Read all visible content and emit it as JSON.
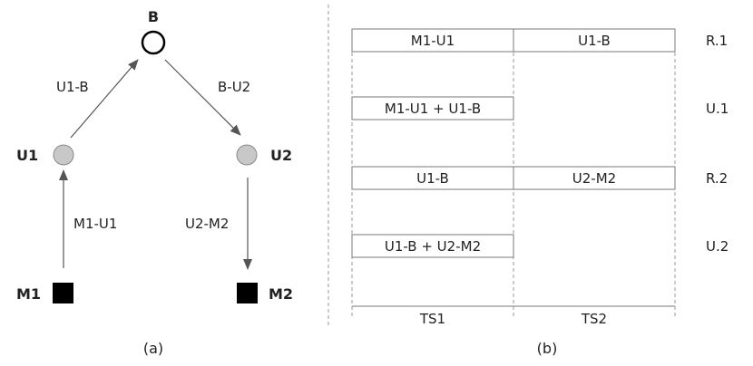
{
  "panel_a": {
    "caption": "(a)",
    "nodes": {
      "B": "B",
      "U1": "U1",
      "U2": "U2",
      "M1": "M1",
      "M2": "M2"
    },
    "edges": {
      "u1_b": "U1-B",
      "b_u2": "B-U2",
      "m1_u1": "M1-U1",
      "u2_m2": "U2-M2"
    }
  },
  "panel_b": {
    "caption": "(b)",
    "row_labels": [
      "R.1",
      "U.1",
      "R.2",
      "U.2"
    ],
    "r1": [
      "M1-U1",
      "U1-B"
    ],
    "u1": "M1-U1 + U1-B",
    "r2": [
      "U1-B",
      "U2-M2"
    ],
    "u2": "U1-B + U2-M2",
    "timeslots": [
      "TS1",
      "TS2"
    ]
  },
  "colors": {
    "relay_fill": "#c8c8c8",
    "user_fill": "#000000",
    "line": "#555555",
    "box_stroke": "#7a7a7a",
    "dashed": "#9a9a9a"
  }
}
